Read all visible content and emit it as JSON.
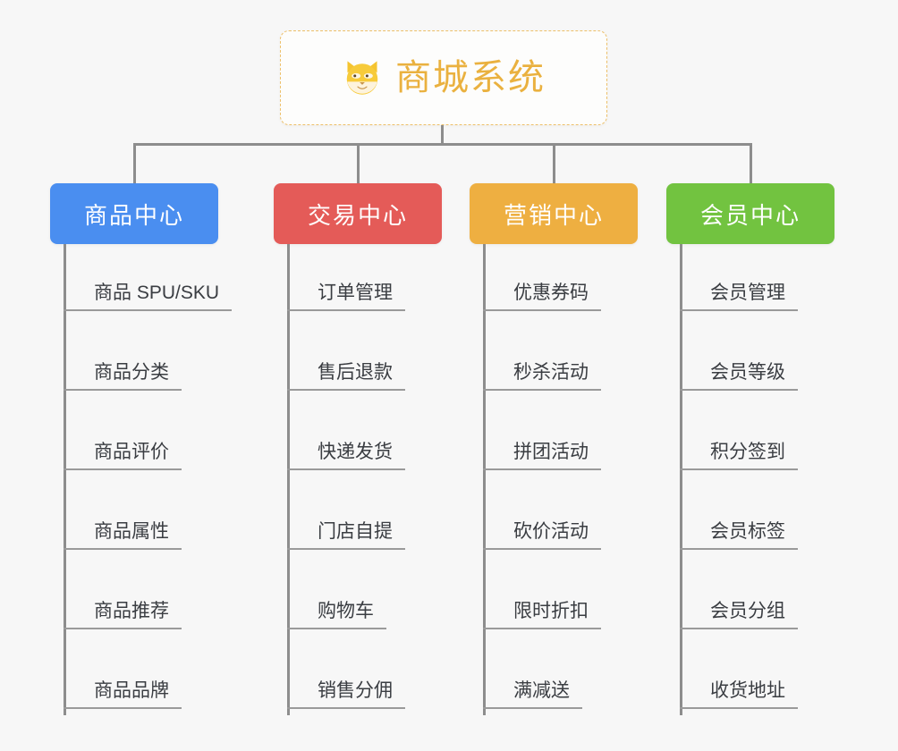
{
  "page": {
    "background_color": "#f7f7f7",
    "connector_color": "#8d8d8d"
  },
  "root": {
    "title": "商城系统",
    "icon": "shiba-dog-face-icon",
    "text_color": "#eab13f",
    "border_color": "#edc06a",
    "background_color": "#fdfdfc"
  },
  "columns": [
    {
      "label": "商品中心",
      "color": "#4a8ef0",
      "items": [
        "商品 SPU/SKU",
        "商品分类",
        "商品评价",
        "商品属性",
        "商品推荐",
        "商品品牌"
      ]
    },
    {
      "label": "交易中心",
      "color": "#e45b58",
      "items": [
        "订单管理",
        "售后退款",
        "快递发货",
        "门店自提",
        "购物车",
        "销售分佣"
      ]
    },
    {
      "label": "营销中心",
      "color": "#eeaf41",
      "items": [
        "优惠券码",
        "秒杀活动",
        "拼团活动",
        "砍价活动",
        "限时折扣",
        "满减送"
      ]
    },
    {
      "label": "会员中心",
      "color": "#72c340",
      "items": [
        "会员管理",
        "会员等级",
        "积分签到",
        "会员标签",
        "会员分组",
        "收货地址"
      ]
    }
  ]
}
